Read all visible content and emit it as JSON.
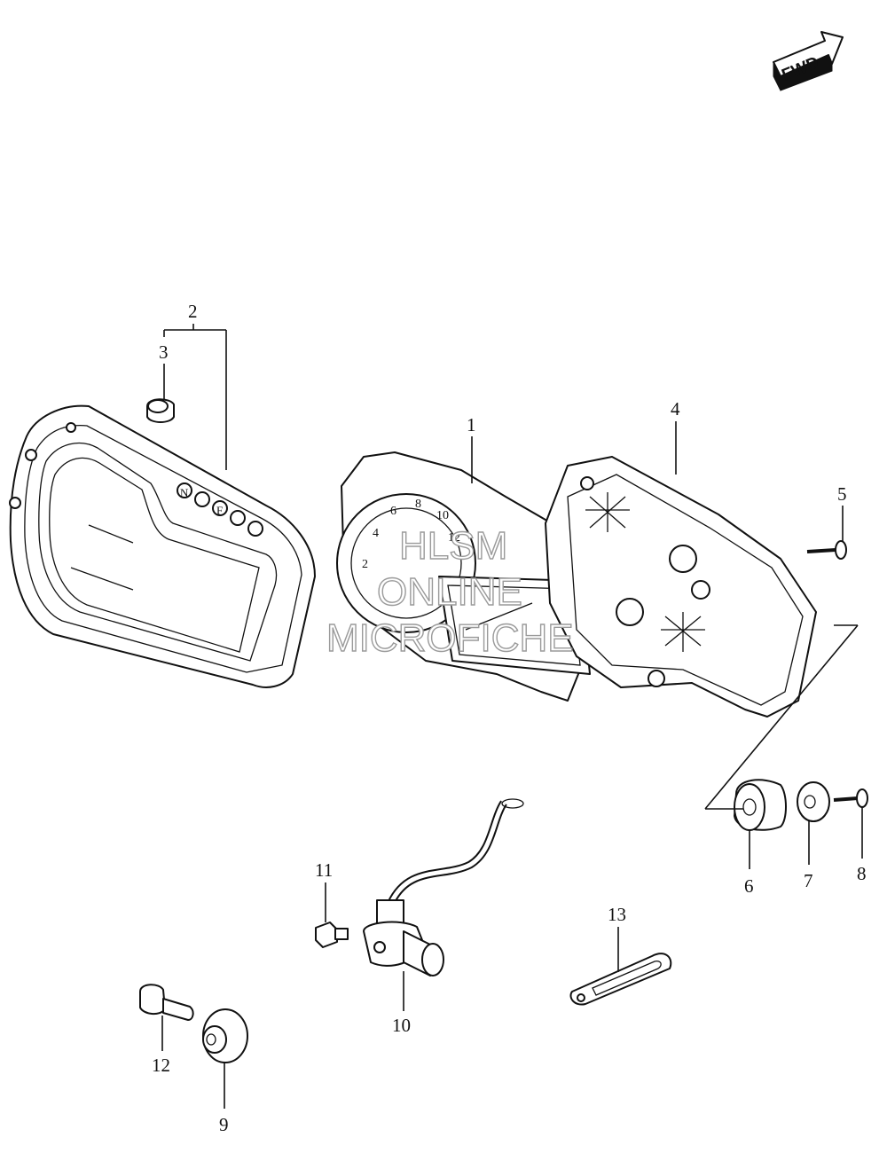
{
  "fwd_label": "FWD",
  "watermark": [
    "HLSM",
    "ONLINE",
    "MICROFICHE"
  ],
  "callouts": [
    {
      "id": "1",
      "text": "1"
    },
    {
      "id": "2",
      "text": "2"
    },
    {
      "id": "3",
      "text": "3"
    },
    {
      "id": "4",
      "text": "4"
    },
    {
      "id": "5",
      "text": "5"
    },
    {
      "id": "6",
      "text": "6"
    },
    {
      "id": "7",
      "text": "7"
    },
    {
      "id": "8",
      "text": "8"
    },
    {
      "id": "9",
      "text": "9"
    },
    {
      "id": "10",
      "text": "10"
    },
    {
      "id": "11",
      "text": "11"
    },
    {
      "id": "12",
      "text": "12"
    },
    {
      "id": "13",
      "text": "13"
    }
  ],
  "gauge_numbers": [
    "2",
    "4",
    "6",
    "8",
    "10",
    "12"
  ],
  "indicator_letters": [
    "N",
    "",
    "F",
    "",
    ""
  ]
}
